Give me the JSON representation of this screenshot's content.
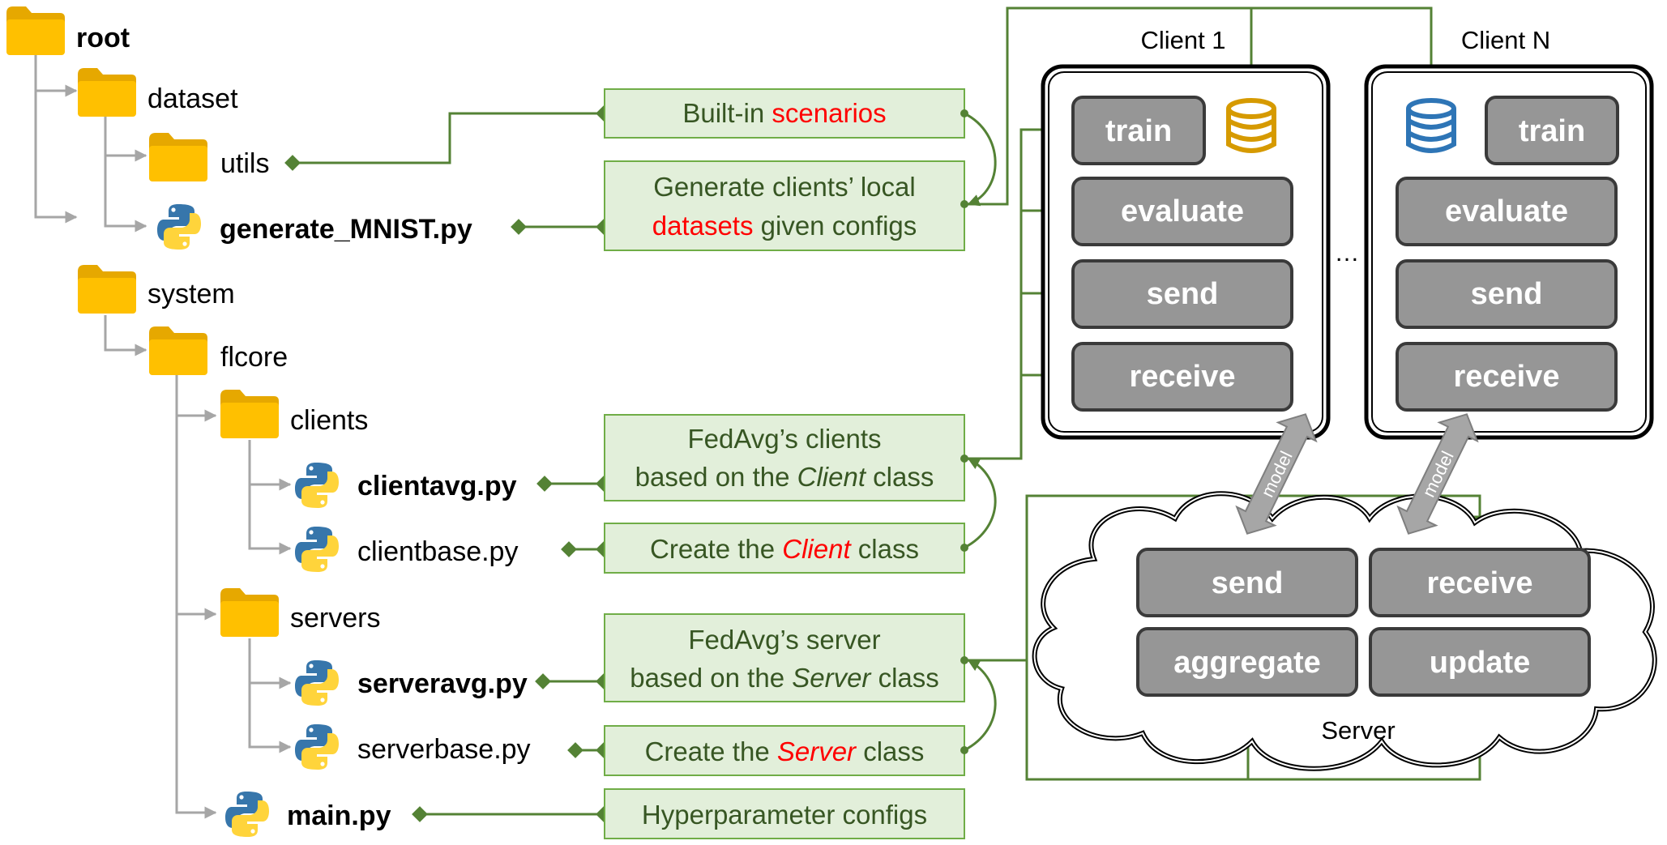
{
  "tree": {
    "root": "root",
    "dataset": "dataset",
    "utils": "utils",
    "generate_mnist": "generate_MNIST.py",
    "system": "system",
    "flcore": "flcore",
    "clients": "clients",
    "clientavg": "clientavg.py",
    "clientbase": "clientbase.py",
    "servers": "servers",
    "serveravg": "serveravg.py",
    "serverbase": "serverbase.py",
    "main": "main.py"
  },
  "descriptions": {
    "builtin_prefix": "Built-in ",
    "builtin_red": "scenarios",
    "generate_line1": "Generate clients’ local",
    "generate_line2_red": "datasets",
    "generate_line2_rest": " given configs",
    "fedavg_clients_red": "FedAvg’s clients",
    "fedavg_clients_line2_prefix": "based on the ",
    "fedavg_clients_line2_italic": "Client",
    "fedavg_clients_line2_suffix": " class",
    "create_client_prefix": "Create the ",
    "create_client_red": "Client",
    "create_client_suffix": " class",
    "fedavg_server_red": "FedAvg’s server",
    "fedavg_server_line2_prefix": "based on the ",
    "fedavg_server_line2_italic": "Server",
    "fedavg_server_line2_suffix": " class",
    "create_server_prefix": "Create the ",
    "create_server_red": "Server",
    "create_server_suffix": " class",
    "hyperparameter": "Hyperparameter configs"
  },
  "clients": {
    "client1_title": "Client 1",
    "clientN_title": "Client N",
    "ellipsis": "…",
    "train": "train",
    "evaluate": "evaluate",
    "send": "send",
    "receive": "receive"
  },
  "server": {
    "title": "Server",
    "send": "send",
    "receive": "receive",
    "aggregate": "aggregate",
    "update": "update",
    "model_label": "model"
  },
  "colors": {
    "folder": "#ffc000",
    "folder_tab": "#e6a800",
    "desc_fill": "#e2efda",
    "desc_border": "#70ad47",
    "desc_text": "#375623",
    "highlight_red": "#ff0000",
    "button_fill": "#969696",
    "connector_green": "#548235",
    "database_client1": "#d69a00",
    "database_clientN": "#2e75b6"
  }
}
